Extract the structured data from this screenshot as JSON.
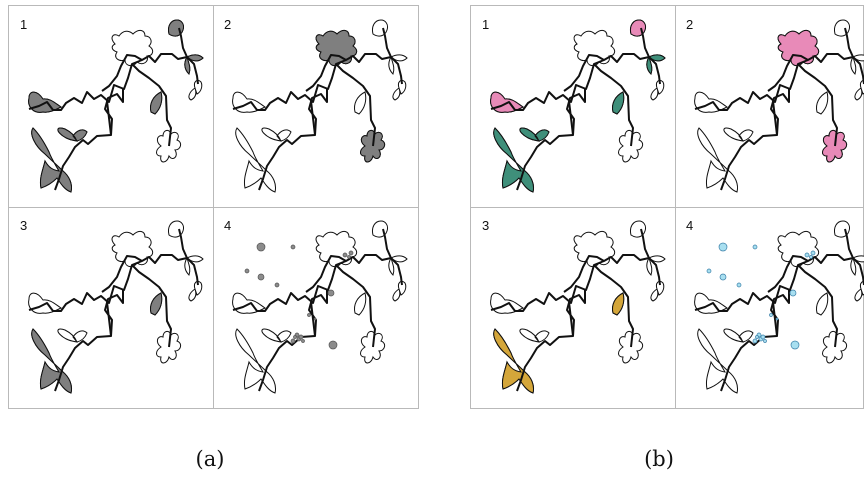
{
  "figures": [
    {
      "caption": "(a)",
      "panels": [
        {
          "number": "1",
          "filled": [
            "flower-left",
            "leaf-bottom",
            "leaf-small",
            "leaf-mid",
            "leaf-right-top",
            "bud-top"
          ],
          "color": "#7f7f7f",
          "dots": false
        },
        {
          "number": "2",
          "filled": [
            "flower-top",
            "flower-bottom-right"
          ],
          "color": "#7f7f7f",
          "dots": false
        },
        {
          "number": "3",
          "filled": [
            "leaf-bottom",
            "leaf-mid"
          ],
          "color": "#7f7f7f",
          "dots": false
        },
        {
          "number": "4",
          "filled": [],
          "color": "#7f7f7f",
          "dots": true,
          "dot_color": "#8c8c8c",
          "dot_stroke": "#555555"
        }
      ]
    },
    {
      "caption": "(b)",
      "panels": [
        {
          "number": "1",
          "filled": [
            "flower-left",
            "bud-top"
          ],
          "color": "#e88ab8",
          "filled2": [
            "leaf-bottom",
            "leaf-small",
            "leaf-mid",
            "leaf-right-top"
          ],
          "color2": "#3f8f7a",
          "dots": false
        },
        {
          "number": "2",
          "filled": [
            "flower-top",
            "flower-bottom-right"
          ],
          "color": "#e88ab8",
          "dots": false
        },
        {
          "number": "3",
          "filled": [
            "leaf-bottom",
            "leaf-mid"
          ],
          "color": "#d4a63a",
          "dots": false
        },
        {
          "number": "4",
          "filled": [],
          "color": "#a8dff0",
          "dots": true,
          "dot_color": "#a8dff0",
          "dot_stroke": "#3a7fa8"
        }
      ]
    }
  ]
}
